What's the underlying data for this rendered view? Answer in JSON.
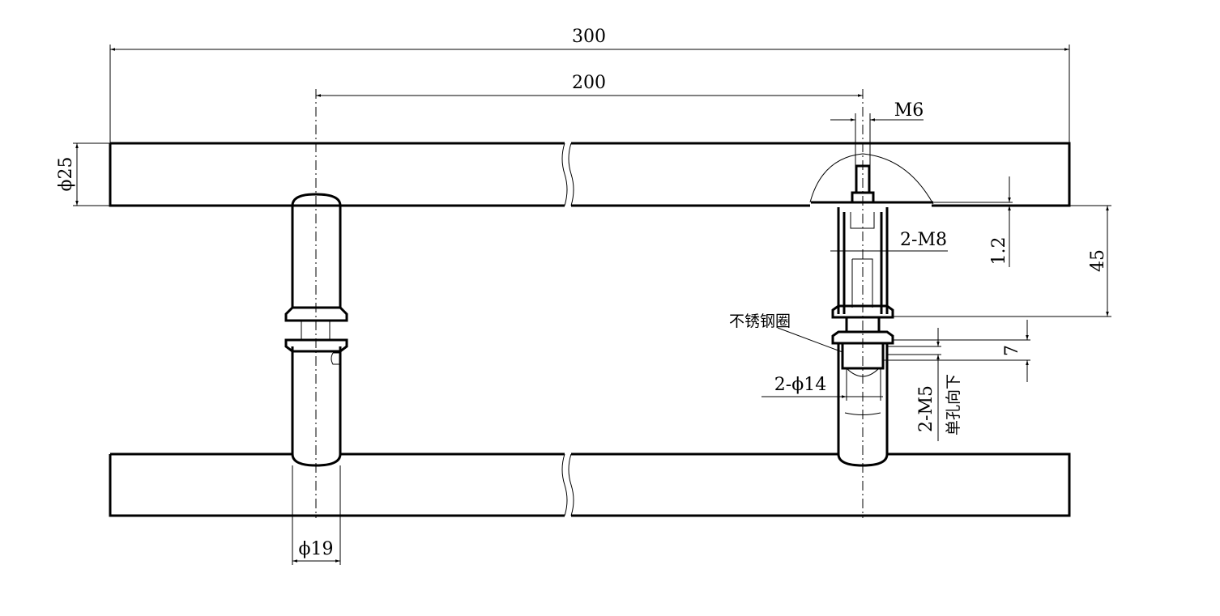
{
  "drawing": {
    "dimensions": {
      "overall_length": "300",
      "center_distance": "200",
      "thread_top": "M6",
      "bar_diameter": "ϕ25",
      "thread_inner": "2-M8",
      "gap": "1.2",
      "post_height": "45",
      "ring_height": "7",
      "post_seat_diameter": "2-ϕ14",
      "screw": "2-M5",
      "post_diameter": "ϕ19"
    },
    "notes": {
      "ring_label": "不锈钢圈",
      "screw_note": "单孔向下"
    }
  }
}
